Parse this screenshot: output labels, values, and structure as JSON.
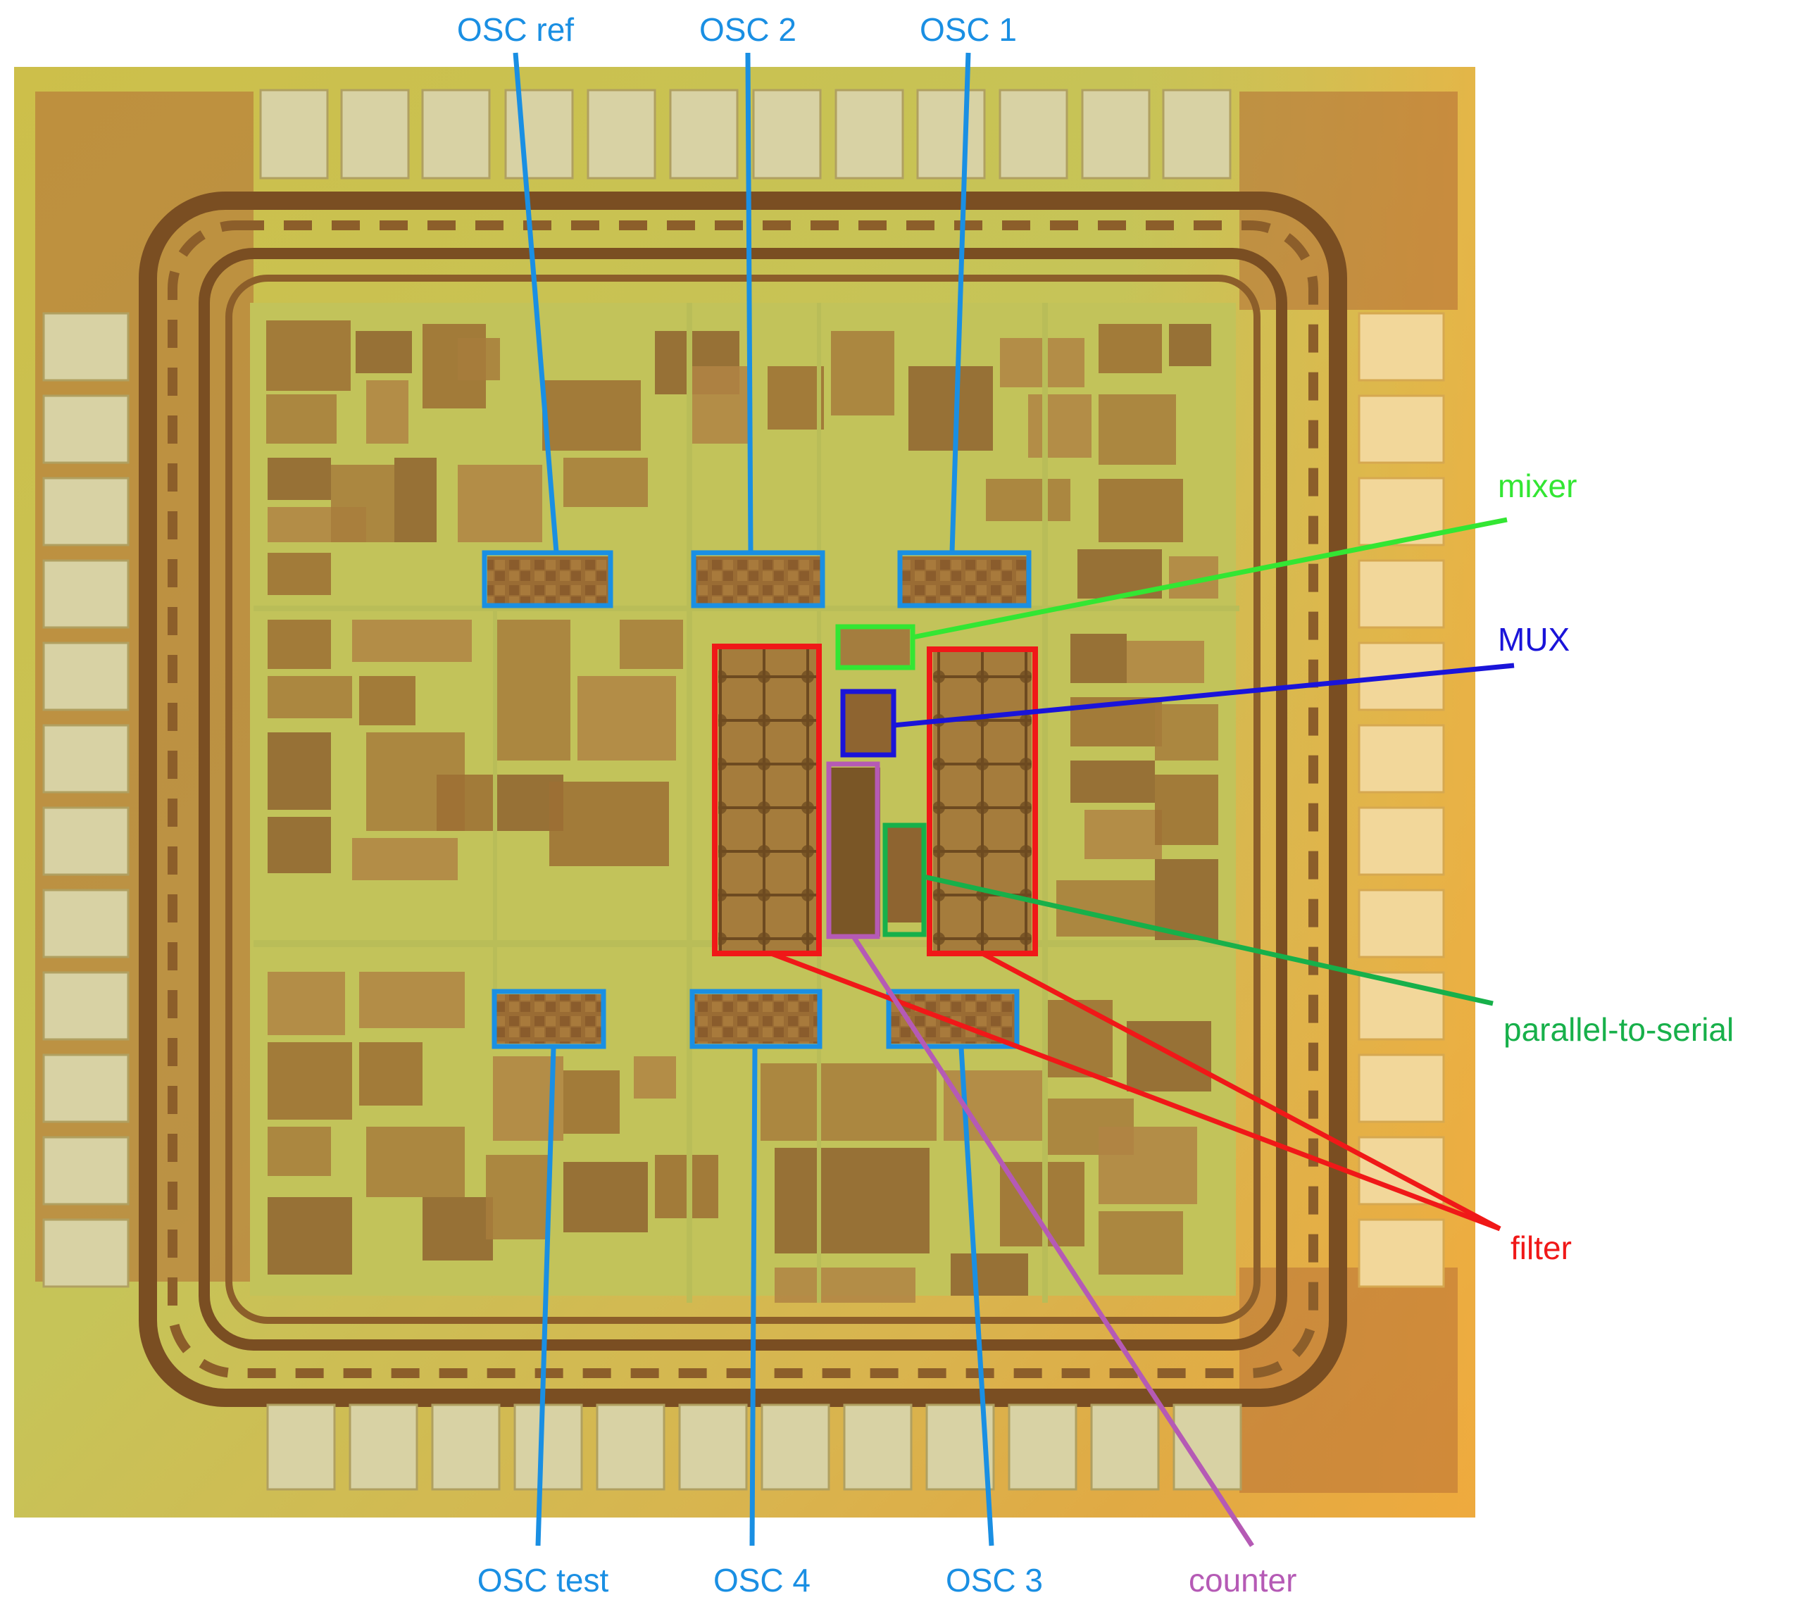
{
  "labels": {
    "osc_ref": "OSC ref",
    "osc_2": "OSC 2",
    "osc_1": "OSC 1",
    "osc_test": "OSC test",
    "osc_4": "OSC 4",
    "osc_3": "OSC 3",
    "mixer": "mixer",
    "mux": "MUX",
    "parallel_to_serial": "parallel-to-serial",
    "filter": "filter",
    "counter": "counter"
  },
  "colors": {
    "osc": "#1a8fe3",
    "mixer": "#33e633",
    "mux": "#1a14d9",
    "parallel_to_serial": "#17b04a",
    "filter": "#f01818",
    "counter": "#b55ab5",
    "die_light": "#c9c55a",
    "die_dark": "#8a6a2a",
    "pad": "#d8d2a4"
  },
  "image": {
    "description_icon": "chip-die-photo"
  }
}
